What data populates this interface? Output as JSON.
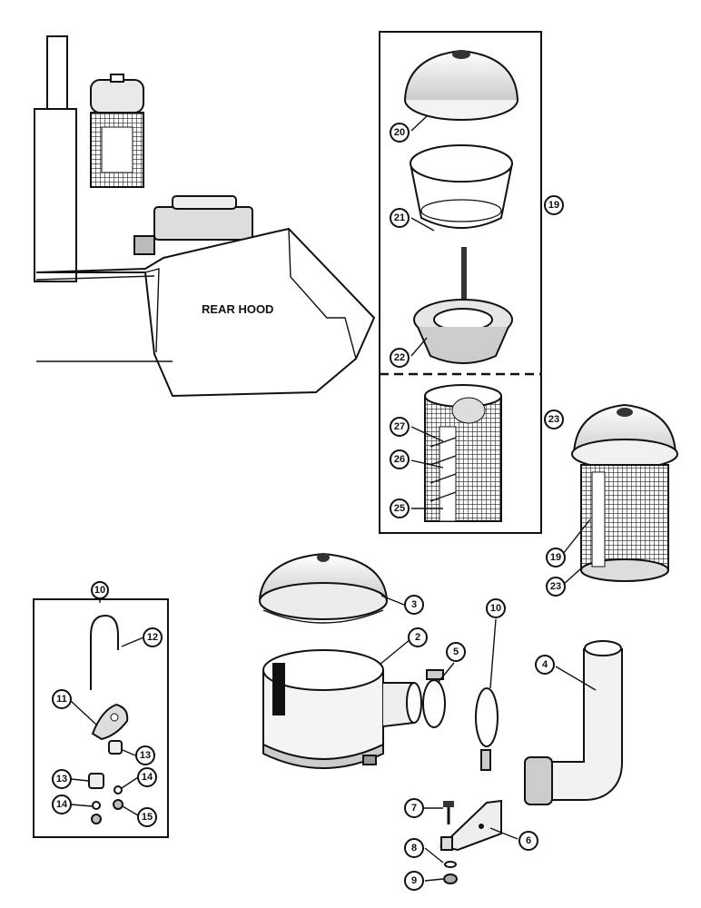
{
  "hood_label": "REAR HOOD",
  "callouts": {
    "c20": "20",
    "c21": "21",
    "c19": "19",
    "c22": "22",
    "c23": "23",
    "c27": "27",
    "c26": "26",
    "c25": "25",
    "c19b": "19",
    "c23b": "23",
    "c10": "10",
    "c12": "12",
    "c11": "11",
    "c13a": "13",
    "c13b": "13",
    "c14a": "14",
    "c14b": "14",
    "c15": "15",
    "c3": "3",
    "c2": "2",
    "c5": "5",
    "c10b": "10",
    "c4": "4",
    "c7": "7",
    "c6": "6",
    "c8": "8",
    "c9": "9"
  }
}
